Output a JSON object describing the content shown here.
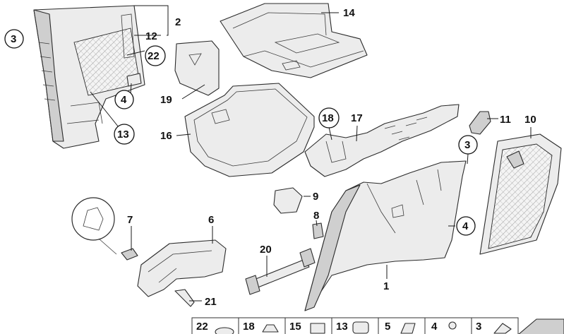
{
  "callouts": {
    "c1": "1",
    "c2": "2",
    "c3a": "3",
    "c3b": "3",
    "c4a": "4",
    "c4b": "4",
    "c6": "6",
    "c7": "7",
    "c8": "8",
    "c9": "9",
    "c10": "10",
    "c11": "11",
    "c12": "12",
    "c13": "13",
    "c14": "14",
    "c16": "16",
    "c17": "17",
    "c18": "18",
    "c19": "19",
    "c20": "20",
    "c21": "21",
    "c22": "22"
  },
  "strip": [
    "22",
    "18",
    "15",
    "13",
    "5",
    "4",
    "3"
  ]
}
